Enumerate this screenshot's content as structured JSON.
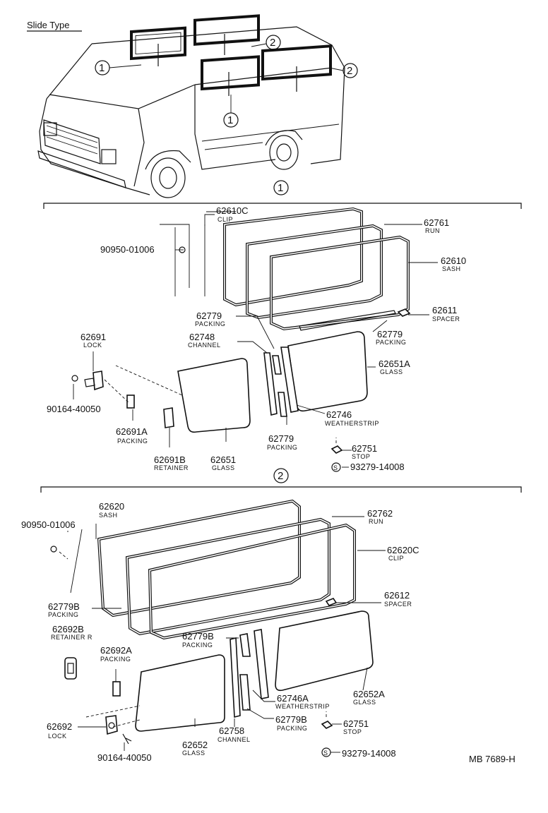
{
  "title": "Slide Type",
  "figure_code": "MB 7689-H",
  "circle_markers": [
    "1",
    "2"
  ],
  "section1": {
    "marker": "1",
    "parts": [
      {
        "num": "62610C",
        "name": "CLIP"
      },
      {
        "num": "62761",
        "name": "RUN"
      },
      {
        "num": "90950-01006",
        "name": ""
      },
      {
        "num": "62610",
        "name": "SASH"
      },
      {
        "num": "62779",
        "name": "PACKING"
      },
      {
        "num": "62611",
        "name": "SPACER"
      },
      {
        "num": "62691",
        "name": "LOCK"
      },
      {
        "num": "62748",
        "name": "CHANNEL"
      },
      {
        "num": "62779",
        "name": "PACKING"
      },
      {
        "num": "62651A",
        "name": "GLASS"
      },
      {
        "num": "62746",
        "name": "WEATHERSTRIP"
      },
      {
        "num": "90164-40050",
        "name": ""
      },
      {
        "num": "62691A",
        "name": "PACKING"
      },
      {
        "num": "62779",
        "name": "PACKING"
      },
      {
        "num": "62751",
        "name": "STOP"
      },
      {
        "num": "62691B",
        "name": "RETAINER"
      },
      {
        "num": "62651",
        "name": "GLASS"
      },
      {
        "num": "93279-14008",
        "name": ""
      }
    ]
  },
  "section2": {
    "marker": "2",
    "parts": [
      {
        "num": "62620",
        "name": "SASH"
      },
      {
        "num": "62762",
        "name": "RUN"
      },
      {
        "num": "90950-01006",
        "name": ""
      },
      {
        "num": "62620C",
        "name": "CLIP"
      },
      {
        "num": "62612",
        "name": "SPACER"
      },
      {
        "num": "62779B",
        "name": "PACKING"
      },
      {
        "num": "62692B",
        "name": "RETAINER R"
      },
      {
        "num": "62779B",
        "name": "PACKING"
      },
      {
        "num": "62692A",
        "name": "PACKING"
      },
      {
        "num": "62746A",
        "name": "WEATHERSTRIP"
      },
      {
        "num": "62652A",
        "name": "GLASS"
      },
      {
        "num": "62692",
        "name": "LOCK"
      },
      {
        "num": "62779B",
        "name": "PACKING"
      },
      {
        "num": "62751",
        "name": "STOP"
      },
      {
        "num": "62652",
        "name": "GLASS"
      },
      {
        "num": "62758",
        "name": "CHANNEL"
      },
      {
        "num": "90164-40050",
        "name": ""
      },
      {
        "num": "93279-14008",
        "name": ""
      }
    ]
  },
  "s_mark": "S"
}
